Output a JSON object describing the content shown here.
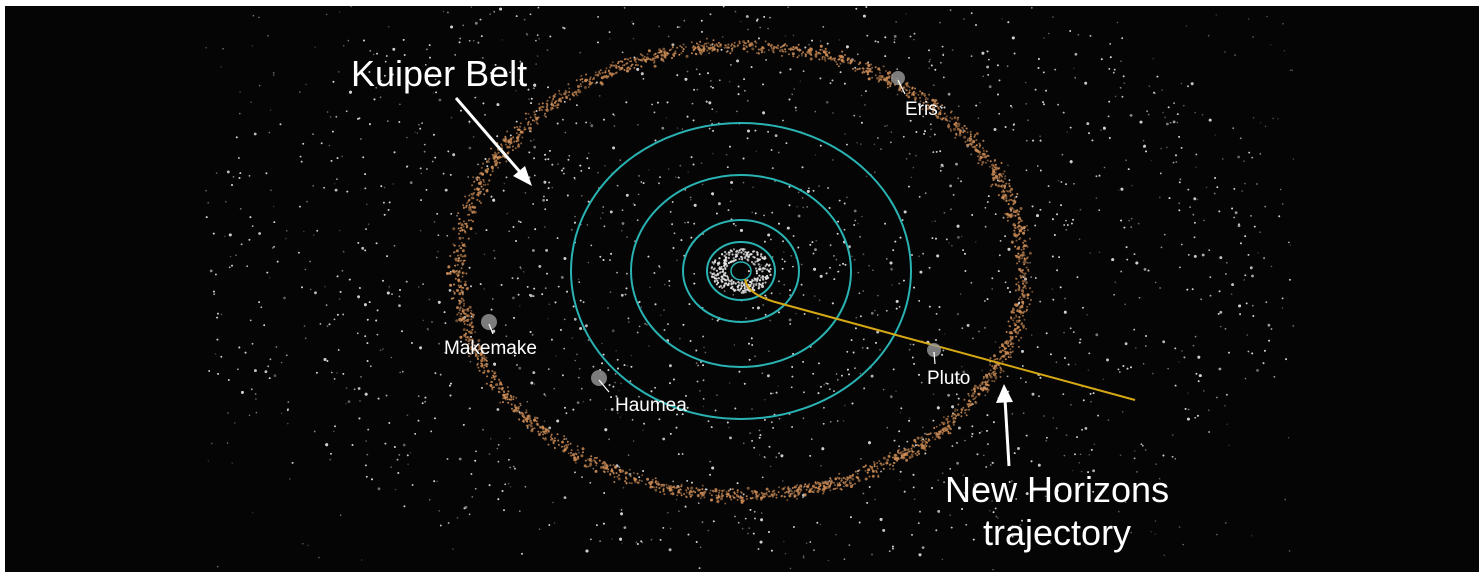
{
  "labels": {
    "kuiper_belt": "Kuiper Belt",
    "eris": "Eris",
    "makemake": "Makemake",
    "haumea": "Haumea",
    "pluto": "Pluto",
    "new_horizons_line1": "New Horizons",
    "new_horizons_line2": "trajectory"
  },
  "colors": {
    "background": "#050505",
    "orbit": "#2ab3b3",
    "trajectory": "#d6a814",
    "belt": "#c98a55",
    "stars": "#cfcfcf",
    "text": "#ffffff"
  }
}
